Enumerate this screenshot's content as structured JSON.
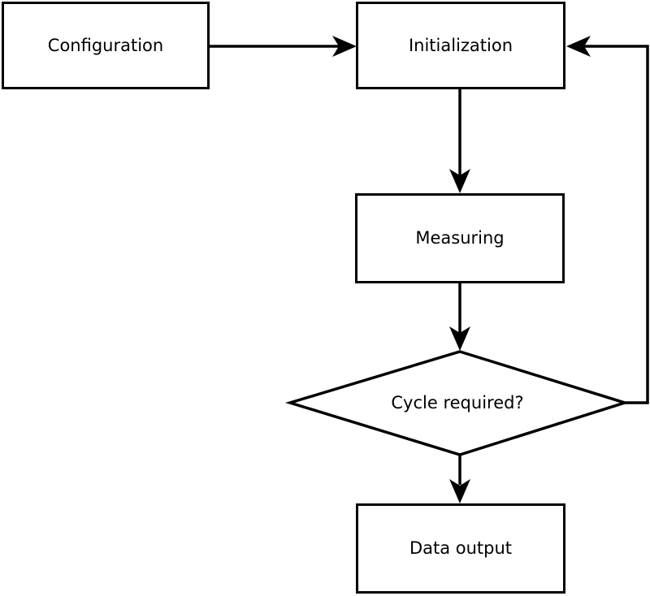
{
  "diagram": {
    "kind": "flowchart",
    "colors": {
      "stroke": "#000000",
      "node_fill": "#ffffff",
      "text": "#000000",
      "background": "#ffffff"
    },
    "nodes": [
      {
        "id": "configuration",
        "label": "Configuration",
        "shape": "rect"
      },
      {
        "id": "initialization",
        "label": "Initialization",
        "shape": "rect"
      },
      {
        "id": "measuring",
        "label": "Measuring",
        "shape": "rect"
      },
      {
        "id": "cycle-required",
        "label": "Cycle required?",
        "shape": "diamond"
      },
      {
        "id": "data-output",
        "label": "Data output",
        "shape": "rect"
      }
    ],
    "edges": [
      {
        "from": "configuration",
        "to": "initialization",
        "direction": "right"
      },
      {
        "from": "initialization",
        "to": "measuring",
        "direction": "down"
      },
      {
        "from": "measuring",
        "to": "cycle-required",
        "direction": "down"
      },
      {
        "from": "cycle-required",
        "to": "data-output",
        "direction": "down"
      },
      {
        "from": "cycle-required",
        "to": "initialization",
        "direction": "loop-right-up"
      }
    ]
  }
}
